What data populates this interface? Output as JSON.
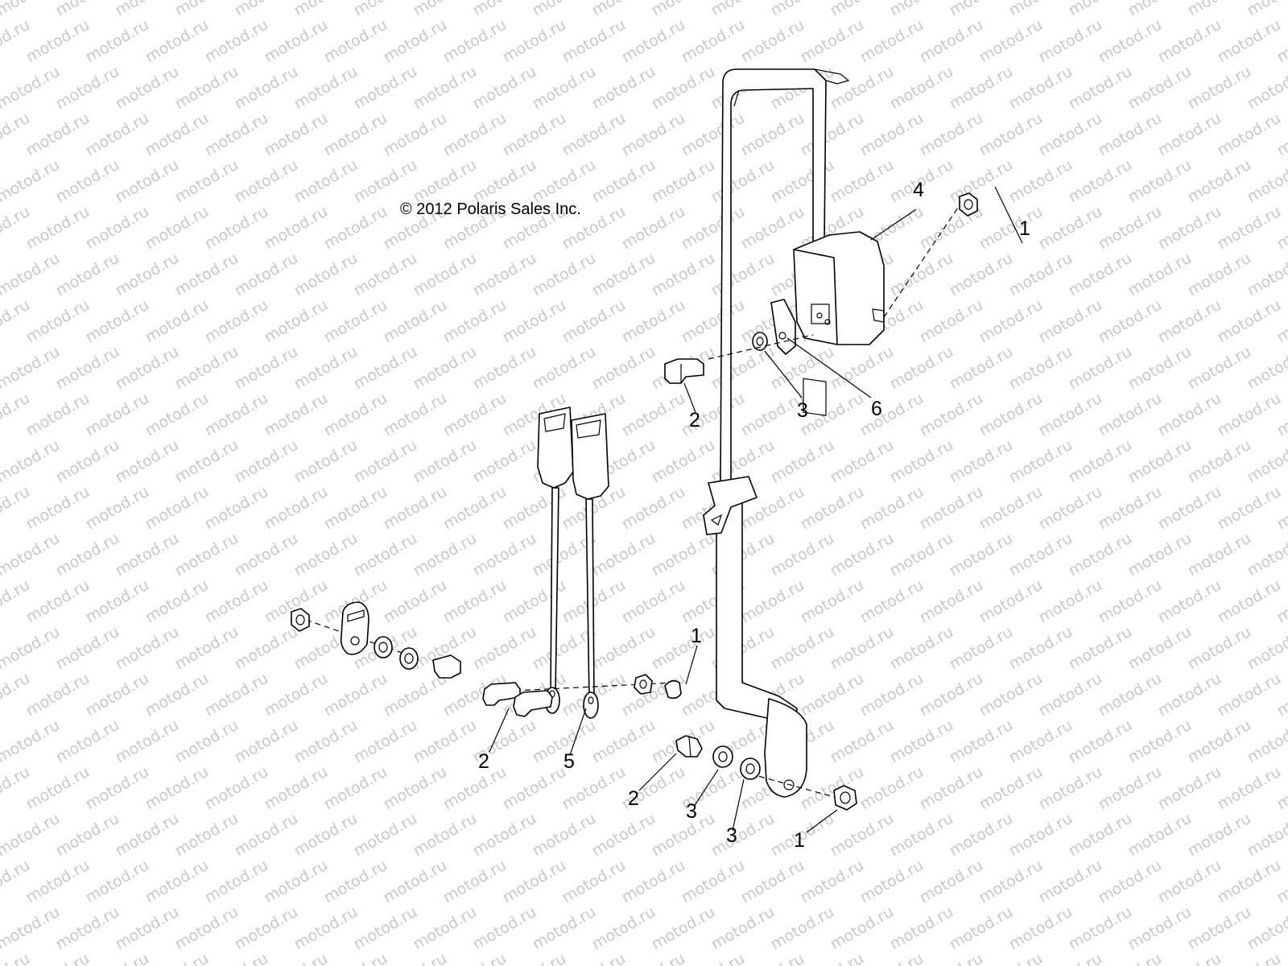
{
  "watermark": "motod.ru",
  "copyright": "© 2012 Polaris Sales Inc.",
  "callouts": {
    "c1_upper": "1",
    "c4": "4",
    "c3_upper": "3",
    "c6": "6",
    "c2_upper": "2",
    "c1_middle": "1",
    "c2_left": "2",
    "c5": "5",
    "c2_lower": "2",
    "c3_lower_a": "3",
    "c3_lower_b": "3",
    "c1_lower": "1"
  },
  "colors": {
    "line": "#000000",
    "watermark": "#c8c8c8",
    "background": "#ffffff"
  }
}
